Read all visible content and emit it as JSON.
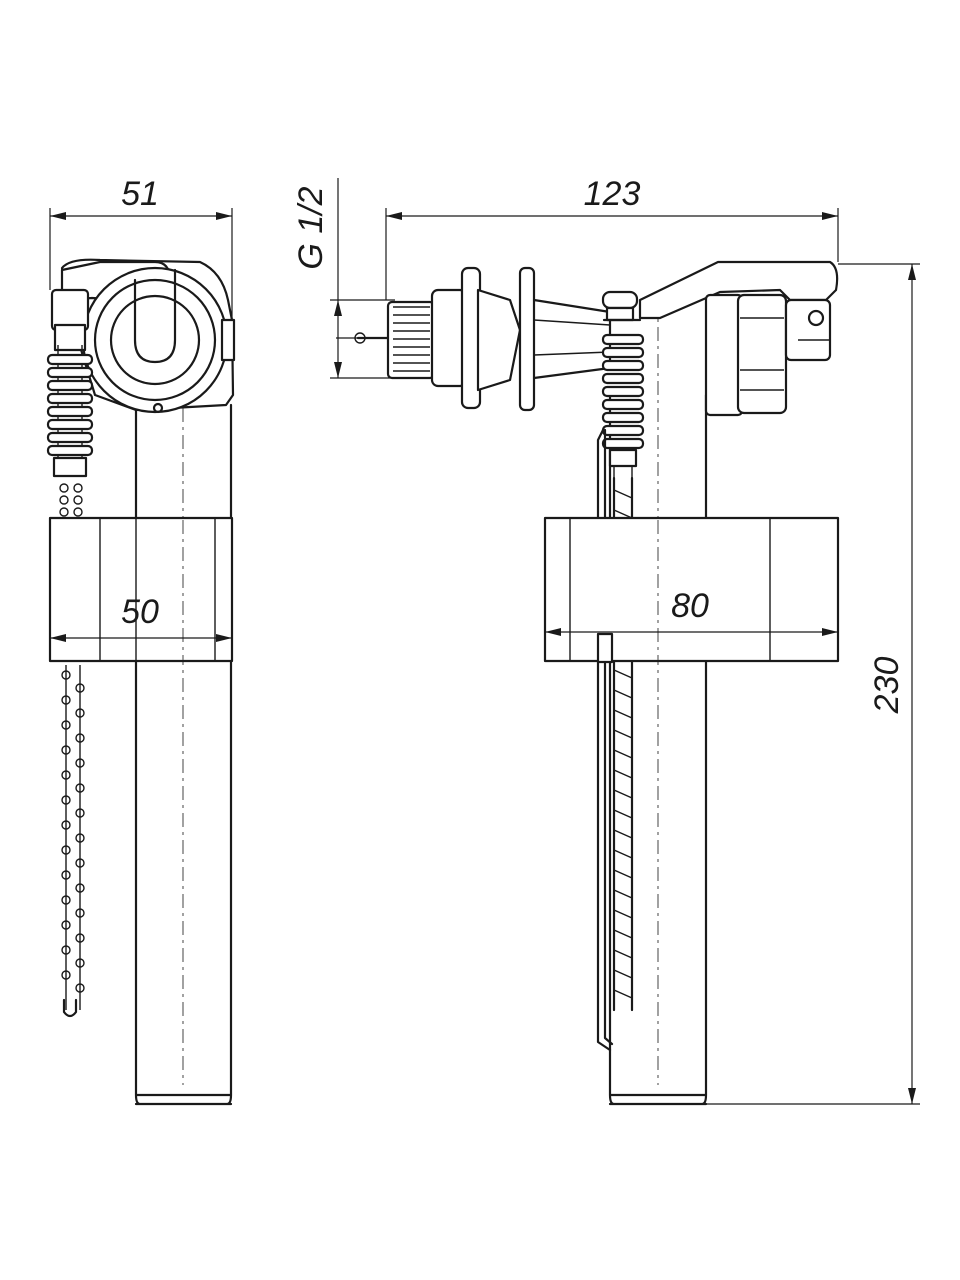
{
  "drawing": {
    "views": [
      {
        "id": "side-view"
      },
      {
        "id": "front-view"
      }
    ],
    "dimensions": {
      "side_width": "51",
      "side_float_width": "50",
      "thread": "G 1/2",
      "front_length": "123",
      "front_float_width": "80",
      "total_height": "230"
    }
  }
}
